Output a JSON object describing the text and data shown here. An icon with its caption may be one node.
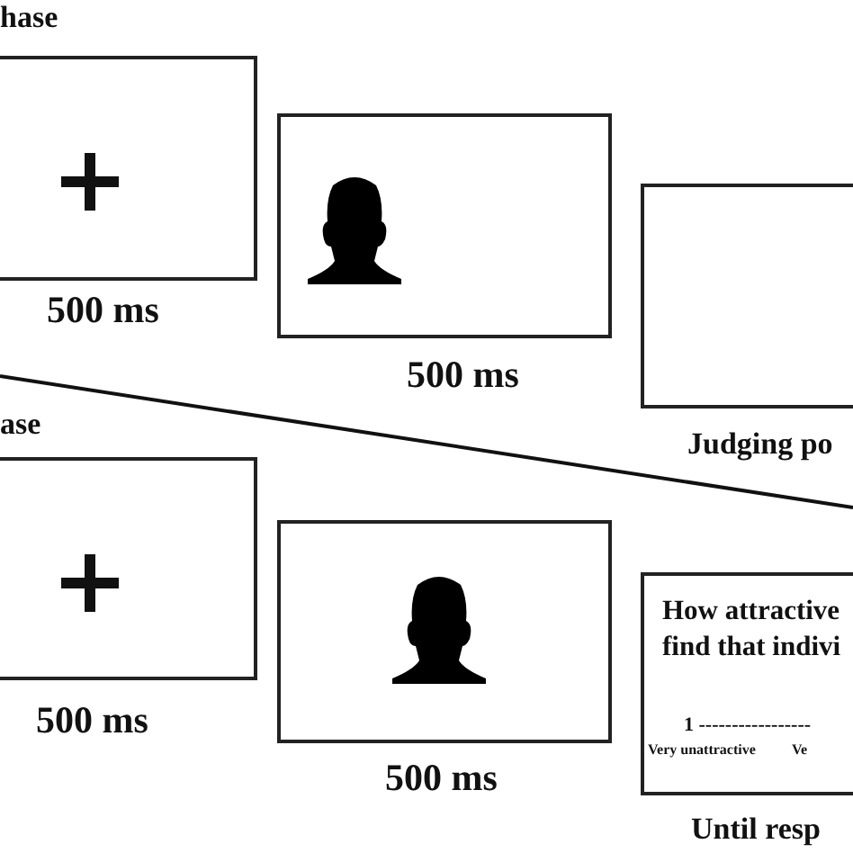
{
  "diagram": {
    "nodes": [
      {
        "text": [],
        "shape": "box",
        "beside": [
          "500 ms"
        ]
      },
      {
        "text": [],
        "shape": "box",
        "beside": [
          "500 ms"
        ]
      },
      {
        "text": [],
        "shape": "box",
        "beside": [
          "Judging po"
        ]
      },
      {
        "text": [],
        "shape": "box",
        "beside": [
          "500 ms"
        ]
      },
      {
        "text": [],
        "shape": "box",
        "beside": [
          "500 ms"
        ]
      },
      {
        "text": [
          "How attractive find that indivi",
          "1 -----------------",
          "Very unattractive",
          "Ve"
        ],
        "beside": [
          "Until resp"
        ]
      }
    ],
    "labels": [
      "hase",
      "ase"
    ]
  }
}
